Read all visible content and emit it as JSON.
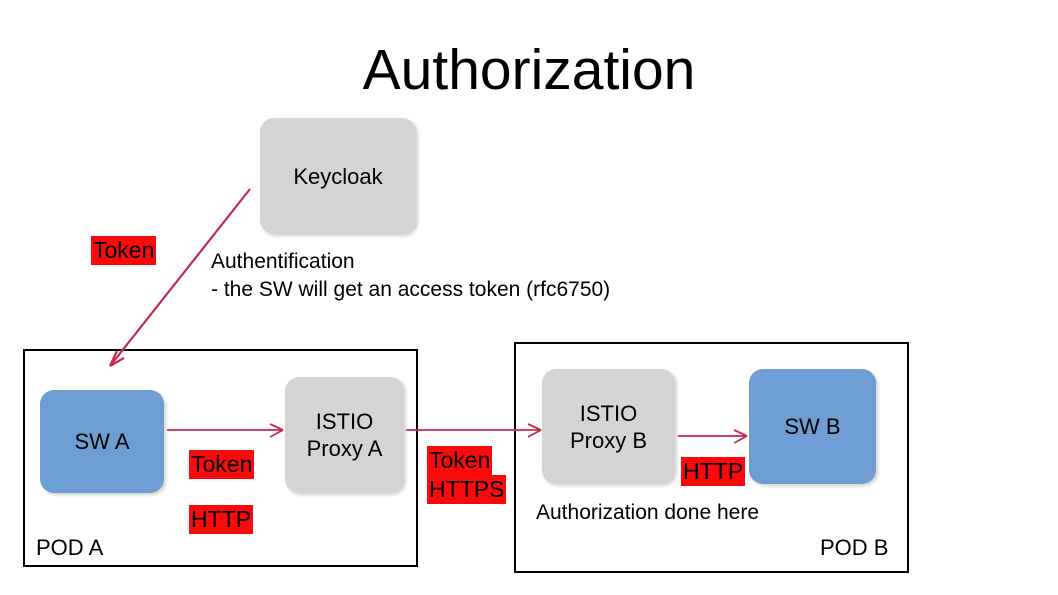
{
  "slide": {
    "title": "Authorization",
    "background_color": "#ffffff"
  },
  "colors": {
    "gray_node": "#d4d4d4",
    "blue_node": "#6f9ed4",
    "tag_red": "#fa0a0a",
    "arrow_crimson": "#c22a4e",
    "pod_border": "#000000",
    "text": "#000000"
  },
  "nodes": {
    "keycloak": {
      "label": "Keycloak",
      "fill": "gray"
    },
    "sw_a": {
      "label": "SW A",
      "fill": "blue"
    },
    "istio_proxy_a": {
      "label": "ISTIO\nProxy A",
      "fill": "gray"
    },
    "istio_proxy_b": {
      "label": "ISTIO\nProxy B",
      "fill": "gray"
    },
    "sw_b": {
      "label": "SW B",
      "fill": "blue"
    }
  },
  "pods": {
    "pod_a": {
      "label": "POD A"
    },
    "pod_b": {
      "label": "POD B"
    }
  },
  "annotations": {
    "authentification": "Authentification\n- the SW will get an access token (rfc6750)",
    "authorization_done_here": "Authorization done here"
  },
  "tags": {
    "token_top": "Token",
    "token_pod_a": "Token",
    "http_pod_a": "HTTP",
    "mid_token": "Token",
    "mid_https": "HTTPS",
    "http_pod_b": "HTTP"
  },
  "arrows": [
    {
      "name": "keycloak-to-pod-a",
      "from": "Keycloak",
      "to": "POD A",
      "style": "diagonal-down-left"
    },
    {
      "name": "sw-a-to-istio-a",
      "from": "SW A",
      "to": "ISTIO Proxy A",
      "style": "horizontal-right"
    },
    {
      "name": "istio-a-to-istio-b",
      "from": "ISTIO Proxy A",
      "to": "ISTIO Proxy B",
      "style": "horizontal-right"
    },
    {
      "name": "istio-b-to-sw-b",
      "from": "ISTIO Proxy B",
      "to": "SW B",
      "style": "horizontal-right"
    }
  ]
}
